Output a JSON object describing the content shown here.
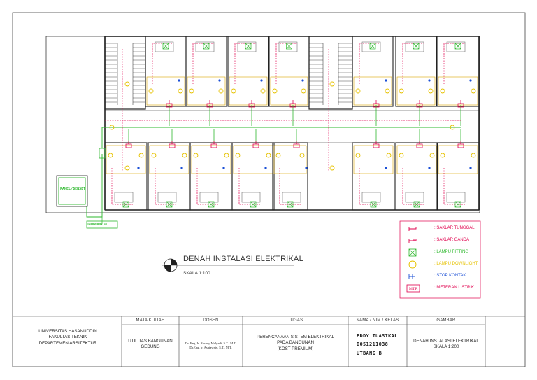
{
  "drawing": {
    "title": "DENAH INSTALASI ELEKTRIKAL",
    "scale": "SKALA 1:100",
    "panel_label": "PANEL/GENSET",
    "stop_label": "STOP KONTAK",
    "meter_label": "MTR"
  },
  "legend": [
    {
      "icon": "single-switch-icon",
      "label": ": SAKLAR TUNGGAL",
      "color": "#e0004d"
    },
    {
      "icon": "double-switch-icon",
      "label": ": SAKLAR GANDA",
      "color": "#e0004d"
    },
    {
      "icon": "fitting-lamp-icon",
      "label": ": LAMPU FITTING",
      "color": "#2eb82e"
    },
    {
      "icon": "downlight-lamp-icon",
      "label": ": LAMPU DOWNLIGHT",
      "color": "#e6c200"
    },
    {
      "icon": "outlet-icon",
      "label": ": STOP KONTAK",
      "color": "#1a4fd6"
    },
    {
      "icon": "meter-icon",
      "label": ": METERAN LISTRIK",
      "color": "#e0004d"
    }
  ],
  "title_block": {
    "institution": [
      "UNIVERSITAS HASANUDDIN",
      "FAKULTAS TEKNIK",
      "DEPARTEMEN ARSITEKTUR"
    ],
    "headers": {
      "course": "MATA KULIAH",
      "lecturer": "DOSEN",
      "task": "TUGAS",
      "student": "NAMA / NIM / KELAS",
      "sheet": "GAMBAR"
    },
    "course": [
      "UTILITAS BANGUNAN",
      "GEDUNG"
    ],
    "lecturers": [
      "Dr. Eng. Ir. Rosady Mulyadi, S.T., M.T.",
      "Dr.Eng. Ir. Asniawaty, S.T., M.T."
    ],
    "task": [
      "PERENCANAAN SISTEM ELEKTRIKAL",
      "PADA BANGUNAN",
      "(KOST PREMIUM)"
    ],
    "student": [
      "EDDY TUASIKAL",
      "D051211038",
      "UTBANG B"
    ],
    "sheet": [
      "DENAH INSTALASI ELEKTRIKAL",
      "SKALA 1:200"
    ]
  },
  "colors": {
    "wall": "#222222",
    "switch": "#e0004d",
    "fitting": "#2eb82e",
    "downlight": "#e6c200",
    "outlet": "#1a4fd6",
    "furniture": "#d9a400"
  }
}
